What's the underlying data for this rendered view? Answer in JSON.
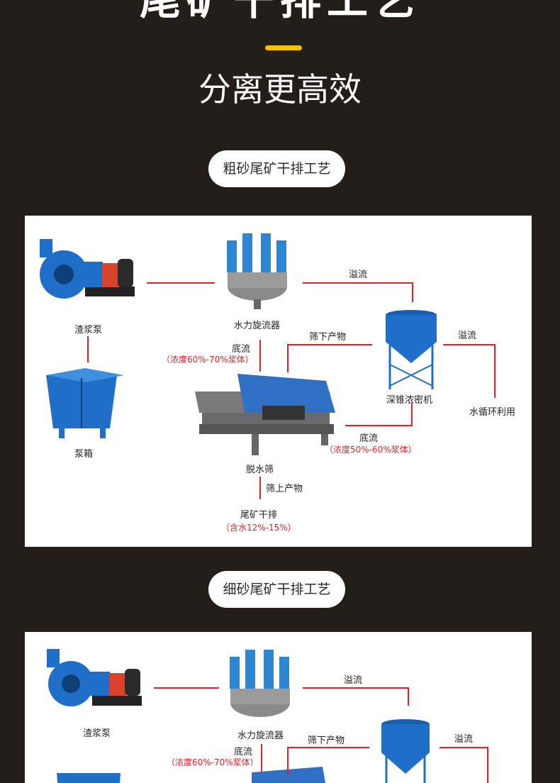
{
  "hero": {
    "title": "尾矿干排工艺",
    "subtitle": "分离更高效",
    "accent_color": "#f5c400"
  },
  "section1": {
    "pill": "粗砂尾矿干排工艺",
    "labels": {
      "pump": "渣浆泵",
      "pump_box": "泵箱",
      "hydrocyclone": "水力旋流器",
      "overflow_top": "溢流",
      "thickener": "深锥浓密机",
      "overflow_right": "溢流",
      "water_recycle": "水循环利用",
      "underflow_left": "底流",
      "underflow_left_conc": "（浓度60%-70%浆体）",
      "undersize": "筛下产物",
      "underflow_right": "底流",
      "underflow_right_conc": "（浓度50%-60%浆体）",
      "dewatering_screen": "脱水筛",
      "oversize": "筛上产物",
      "tailings_dry": "尾矿干排",
      "moisture": "（含水12%-15%）"
    }
  },
  "section2": {
    "pill": "细砂尾矿干排工艺",
    "labels": {
      "pump": "渣浆泵",
      "hydrocyclone": "水力旋流器",
      "overflow_top": "溢流",
      "undersize": "筛下产物",
      "overflow_right": "溢流",
      "underflow_left": "底流",
      "underflow_left_conc": "（浓度60%-70%浆体）"
    }
  },
  "colors": {
    "line": "#d9242b",
    "equipment_blue": "#1f6fc9",
    "background": "#241e19"
  }
}
